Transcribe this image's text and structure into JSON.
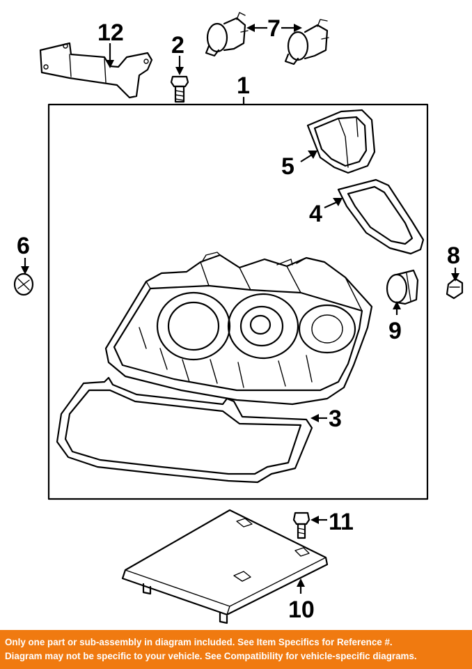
{
  "callouts": {
    "c1": "1",
    "c2": "2",
    "c3": "3",
    "c4": "4",
    "c5": "5",
    "c6": "6",
    "c7": "7",
    "c8": "8",
    "c9": "9",
    "c10": "10",
    "c11": "11",
    "c12": "12"
  },
  "disclaimer": {
    "line1": "Only one part or sub-assembly in diagram included. See Item Specifics for Reference #.",
    "line2": "Diagram may not be specific to your vehicle. See Compatibility for vehicle-specific diagrams."
  },
  "colors": {
    "banner": "#f07a10",
    "banner_text": "#ffffff",
    "line_art": "#000000"
  }
}
